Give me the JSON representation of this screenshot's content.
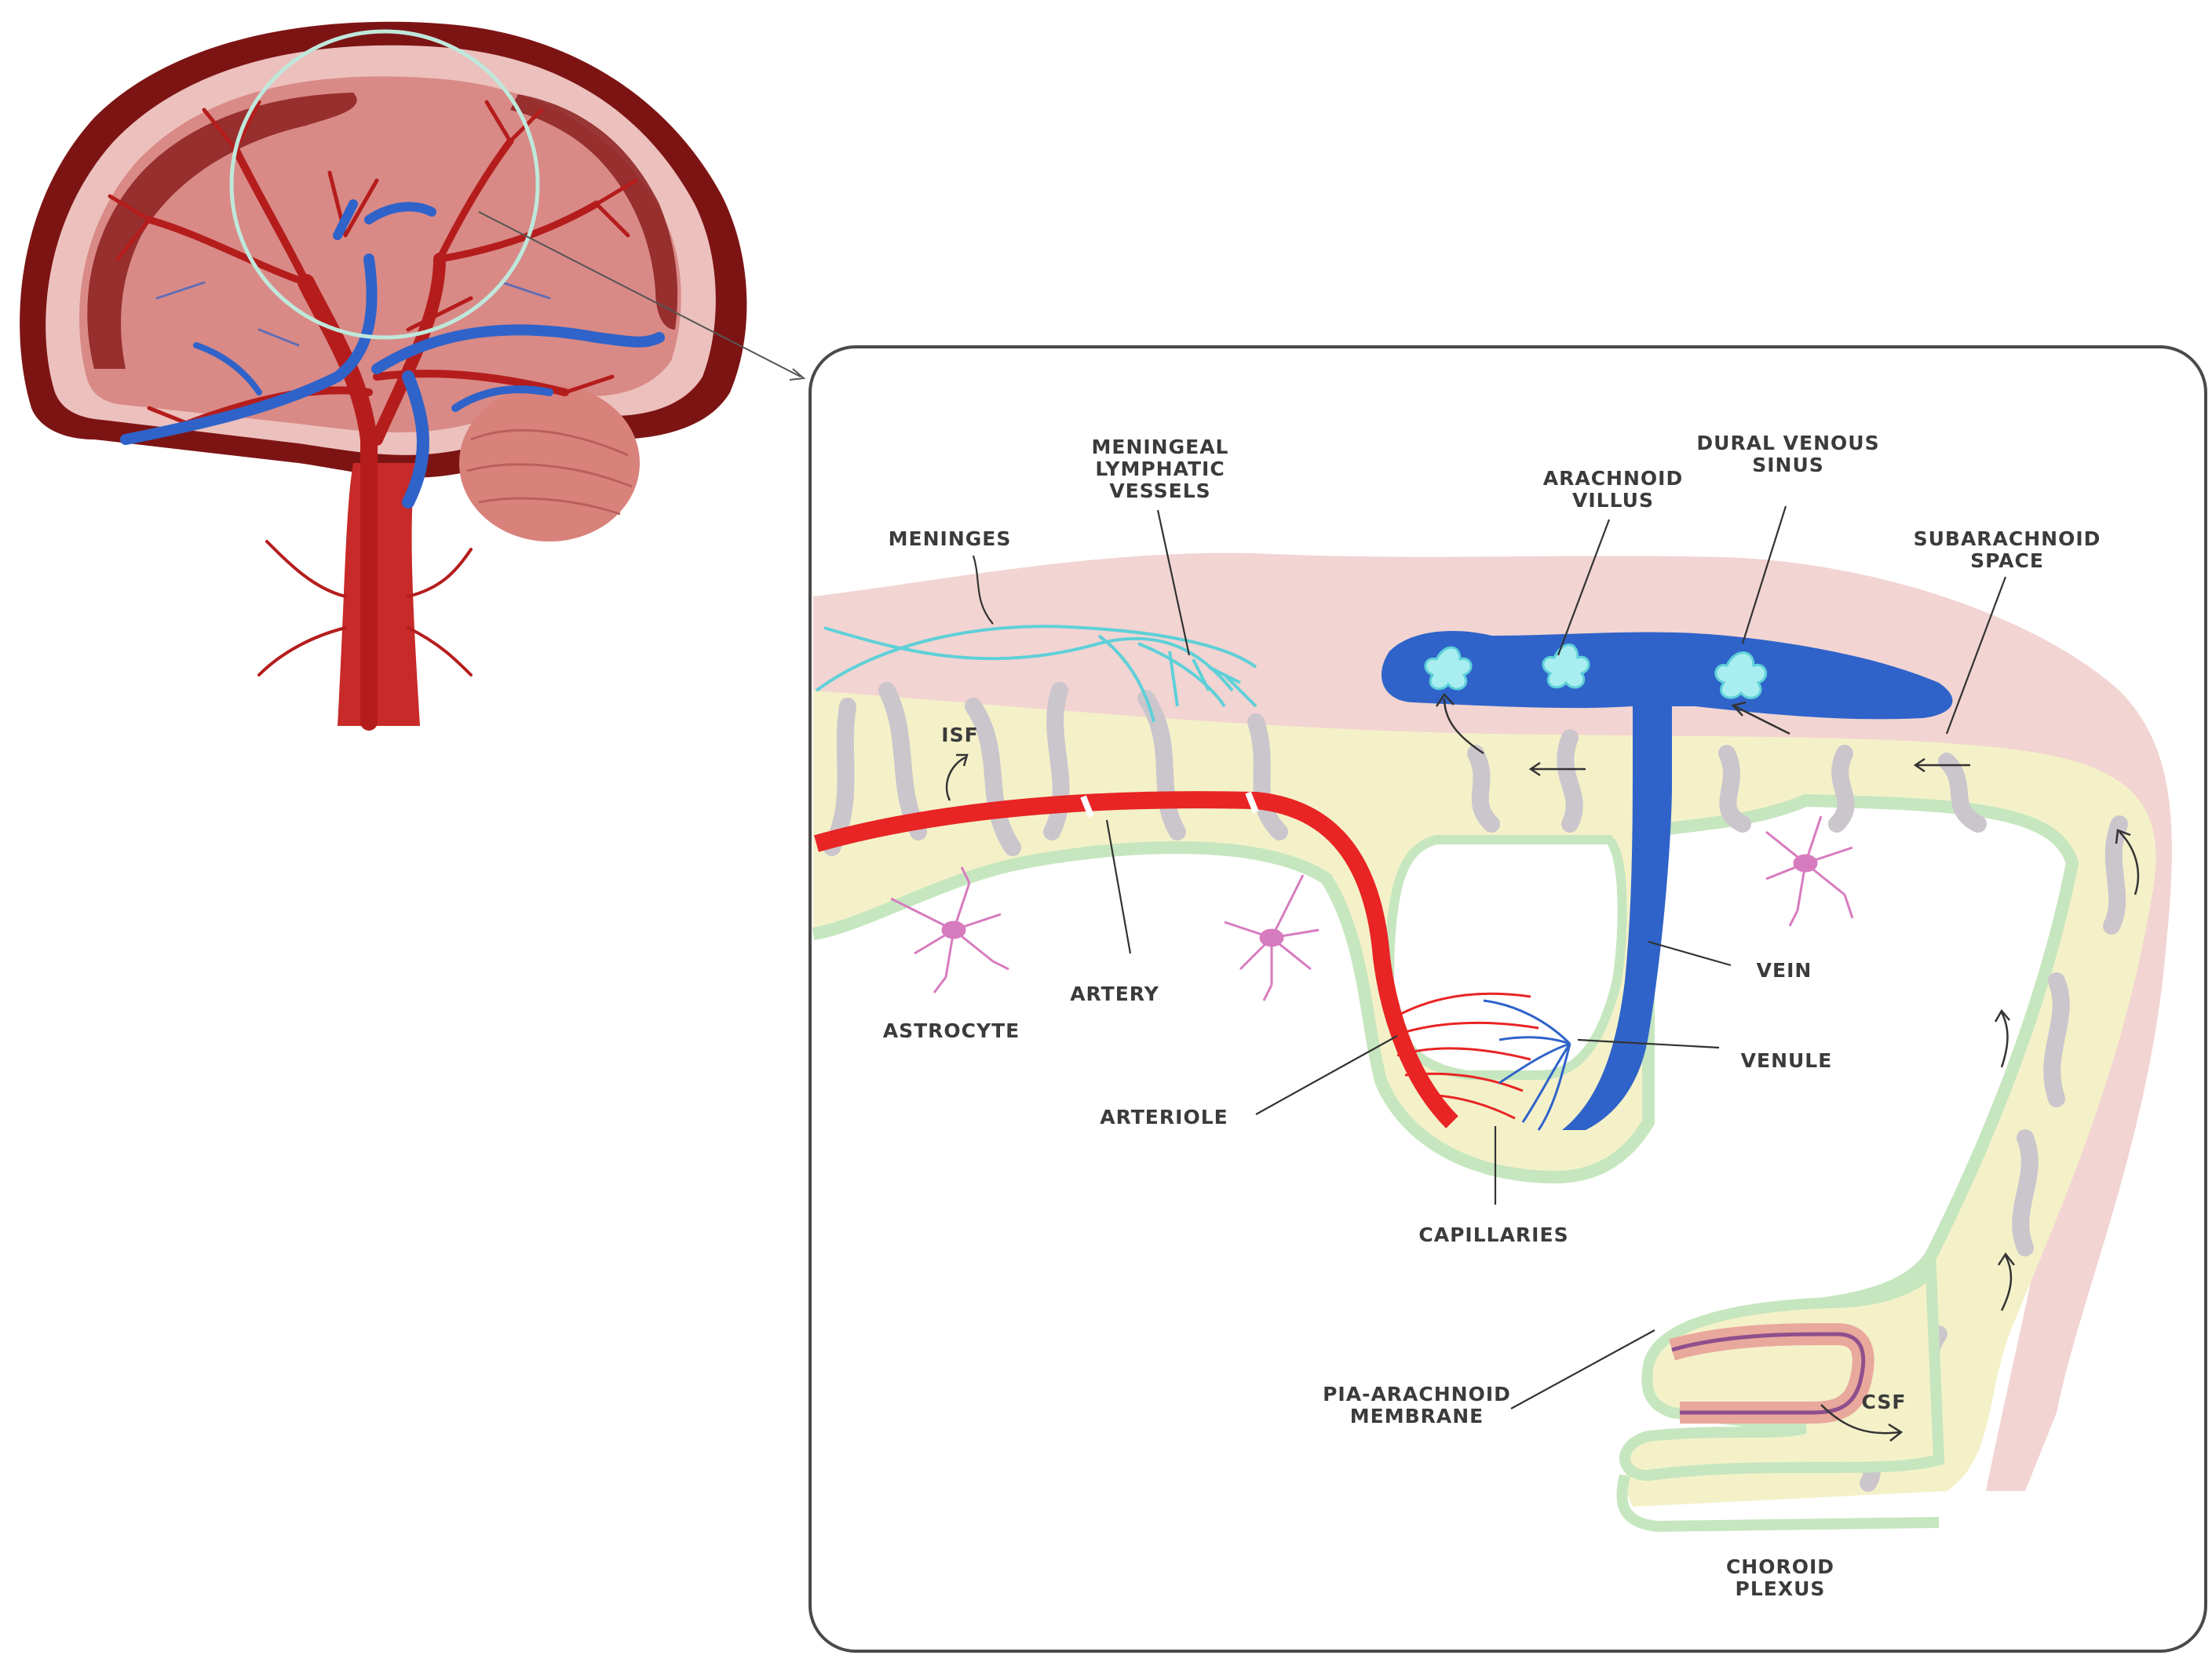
{
  "labels": {
    "meninges": "MENINGES",
    "meningeal_lymphatic": [
      "MENINGEAL",
      "LYMPHATIC",
      "VESSELS"
    ],
    "arachnoid_villus": [
      "ARACHNOID",
      "VILLUS"
    ],
    "dural_venous_sinus": [
      "DURAL VENOUS",
      "SINUS"
    ],
    "subarachnoid_space": [
      "SUBARACHNOID",
      "SPACE"
    ],
    "isf": "ISF",
    "artery": "ARTERY",
    "astrocyte": "ASTROCYTE",
    "vein": "VEIN",
    "venule": "VENULE",
    "arteriole": "ARTERIOLE",
    "capillaries": "CAPILLARIES",
    "pia_arachnoid": [
      "PIA-ARACHNOID",
      "MEMBRANE"
    ],
    "csf": "CSF",
    "choroid_plexus": [
      "CHOROID",
      "PLEXUS"
    ]
  },
  "colors": {
    "artery_red": "#e82424",
    "vein_blue": "#2f63c9",
    "brain_dark": "#7d1414",
    "brain_tissue": "#d98a86",
    "meninges_pink": "#f2d4d2",
    "parenchyma_yellow": "#f4f1c9",
    "pia_green": "#c6e6bf",
    "lymph_cyan": "#5ed0d8",
    "astrocyte_pink": "#d77bbf",
    "zoom_circle": "#bfe8dc"
  },
  "icons": [
    "brain-illustration",
    "astrocyte-icon",
    "arachnoid-villus-icon",
    "flow-arrow-icon"
  ]
}
